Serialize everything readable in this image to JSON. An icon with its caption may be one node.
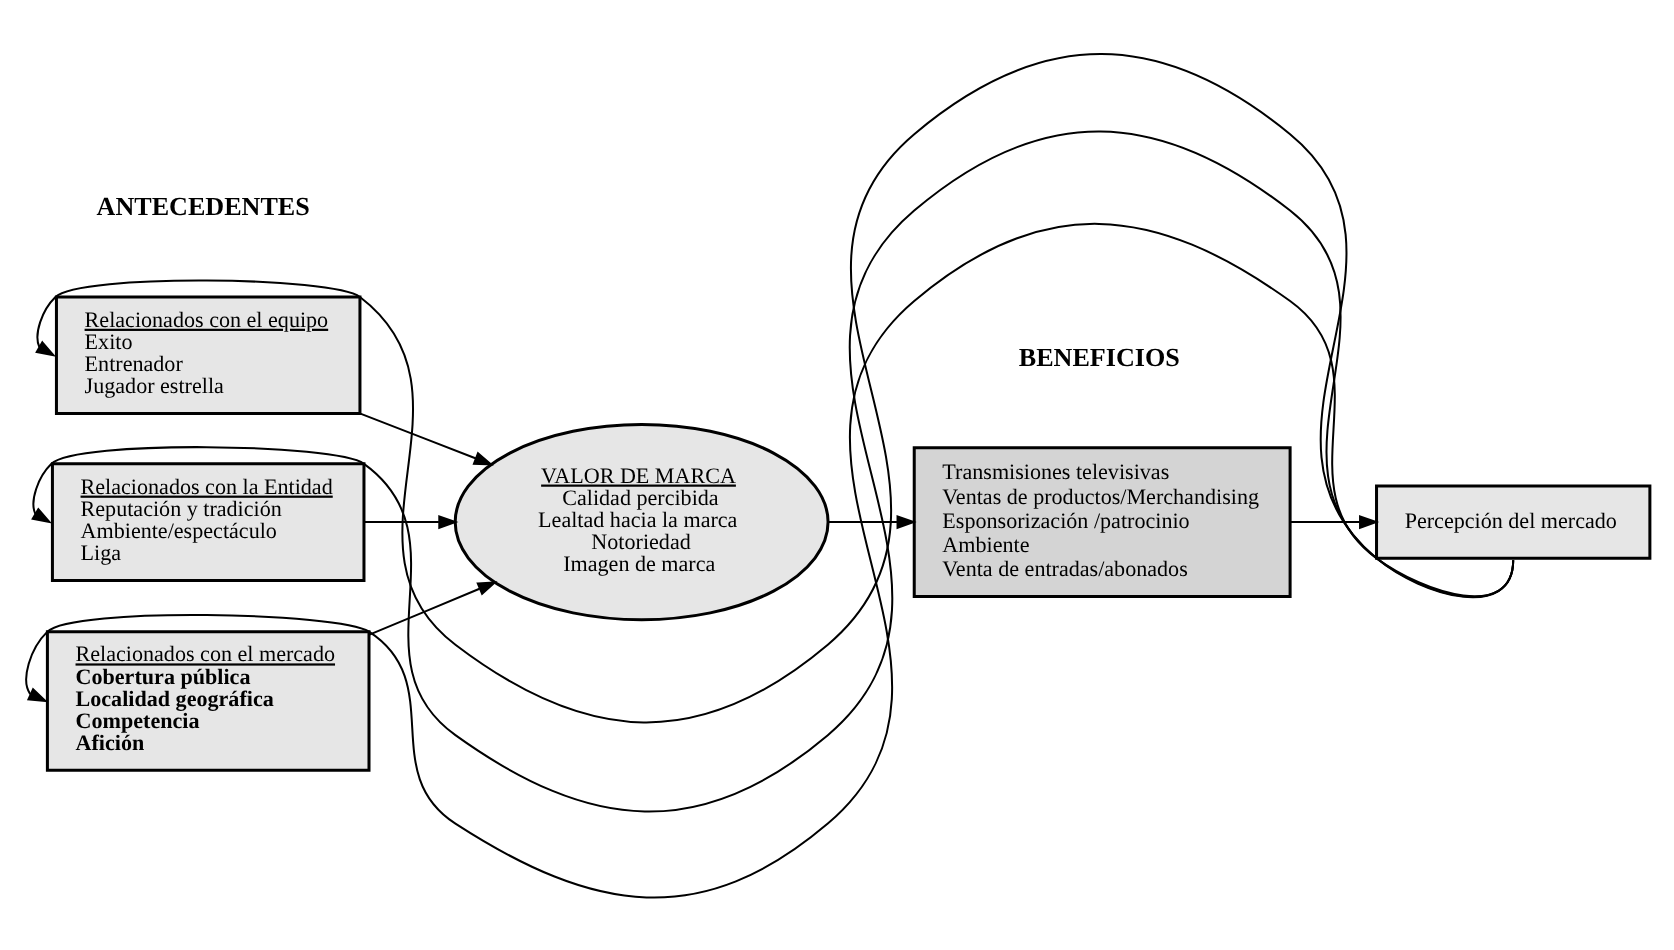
{
  "diagram": {
    "nodes": [
      {
        "text": [
          "Relacionados con el equipo",
          "Exito",
          "Entrenador",
          "Jugador estrella"
        ]
      },
      {
        "text": [
          "Relacionados con la Entidad",
          "Reputación y tradición",
          "Ambiente/espectáculo",
          "Liga"
        ]
      },
      {
        "text": [
          "Relacionados con el mercado",
          "Cobertura pública",
          "Localidad geográfica",
          "Competencia",
          "Afición"
        ]
      },
      {
        "text": [
          "VALOR DE MARCA",
          "Calidad percibida",
          "Lealtad hacia la marca",
          "Notoriedad",
          "Imagen de marca"
        ]
      },
      {
        "text": [
          "Transmisiones televisivas",
          "Ventas de productos/Merchandising",
          "Esponsorización /patrocinio",
          "Ambiente",
          "Venta de entradas/abonados"
        ]
      },
      {
        "text": [
          "Percepción del mercado"
        ]
      }
    ],
    "edges": [
      {
        "from": 0,
        "to": 3,
        "arrow": "to"
      },
      {
        "from": 1,
        "to": 3,
        "arrow": "to"
      },
      {
        "from": 2,
        "to": 3,
        "arrow": "to"
      },
      {
        "from": 3,
        "to": 4,
        "arrow": "to"
      },
      {
        "from": 4,
        "to": 5,
        "arrow": "to"
      },
      {
        "from": 5,
        "to": 0,
        "arrow": "to"
      },
      {
        "from": 5,
        "to": 1,
        "arrow": "to"
      },
      {
        "from": 5,
        "to": 2,
        "arrow": "to"
      }
    ],
    "labels": [
      "ANTECEDENTES",
      "BENEFICIOS"
    ]
  }
}
